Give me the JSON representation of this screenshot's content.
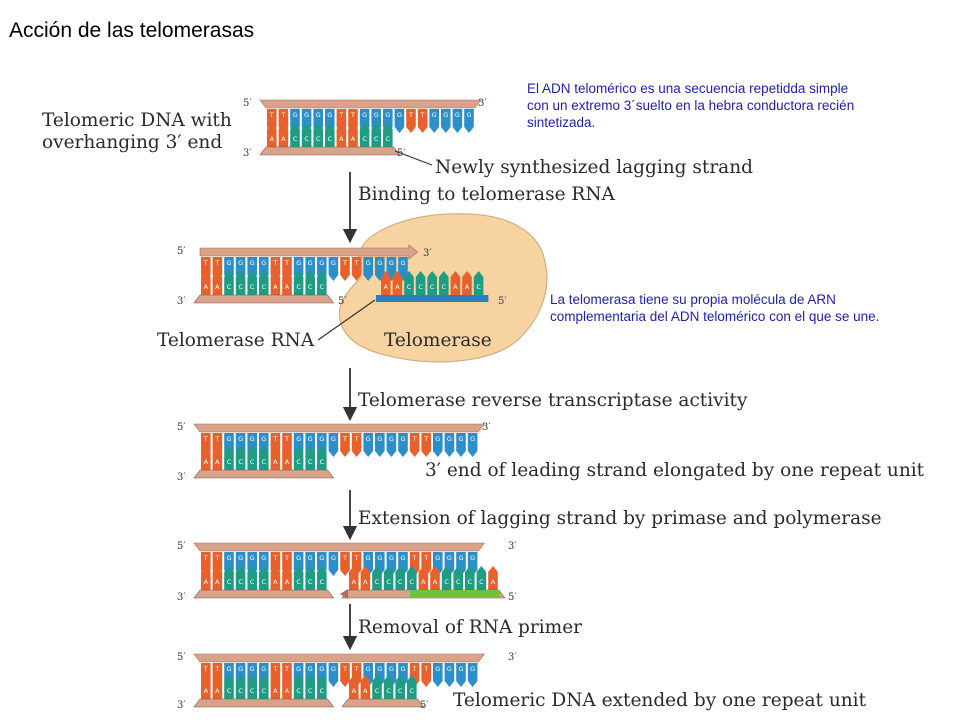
{
  "title": "Acción de las telomerasas",
  "notes": {
    "note1": "El ADN telomérico es una secuencia repetidda simple con un extremo 3´suelto en la hebra conductora recién sintetizada.",
    "note2": "La telomerasa tiene su propia molécula de ARN complementaria del ADN telomérico con el que se une."
  },
  "labels": {
    "telomeric_line1": "Telomeric DNA with",
    "telomeric_line2": "overhanging 3′ end",
    "newly_synthesized": "Newly synthesized lagging strand",
    "binding": "Binding to telomerase RNA",
    "telomerase_rna": "Telomerase RNA",
    "telomerase": "Telomerase",
    "reverse_transcriptase": "Telomerase reverse transcriptase activity",
    "leading_elongated": "3′ end of leading strand elongated by one repeat unit",
    "extension_lagging": "Extension of lagging strand by primase and polymerase",
    "removal_primer": "Removal of RNA primer",
    "extended": "Telomeric DNA extended by one repeat unit"
  },
  "end_labels": {
    "five": "5′",
    "three": "3′"
  },
  "sequence": {
    "top": "TTGGGGTTGGGGTTGGGGTTGGGG",
    "bottom": "AACCCCAACCCCAACCCCAACCCC",
    "rna": "AACCCCAAC"
  },
  "colors": {
    "T": "#e8612c",
    "G": "#2c8fc9",
    "A": "#e8612c",
    "C": "#1f9d84",
    "backbone": "#d9a28b",
    "rna_backbone": "#2f7fb7",
    "telomerase_fill": "#f6d3a1",
    "primer": "#6ec23a",
    "note_text": "#1f1fa8"
  }
}
